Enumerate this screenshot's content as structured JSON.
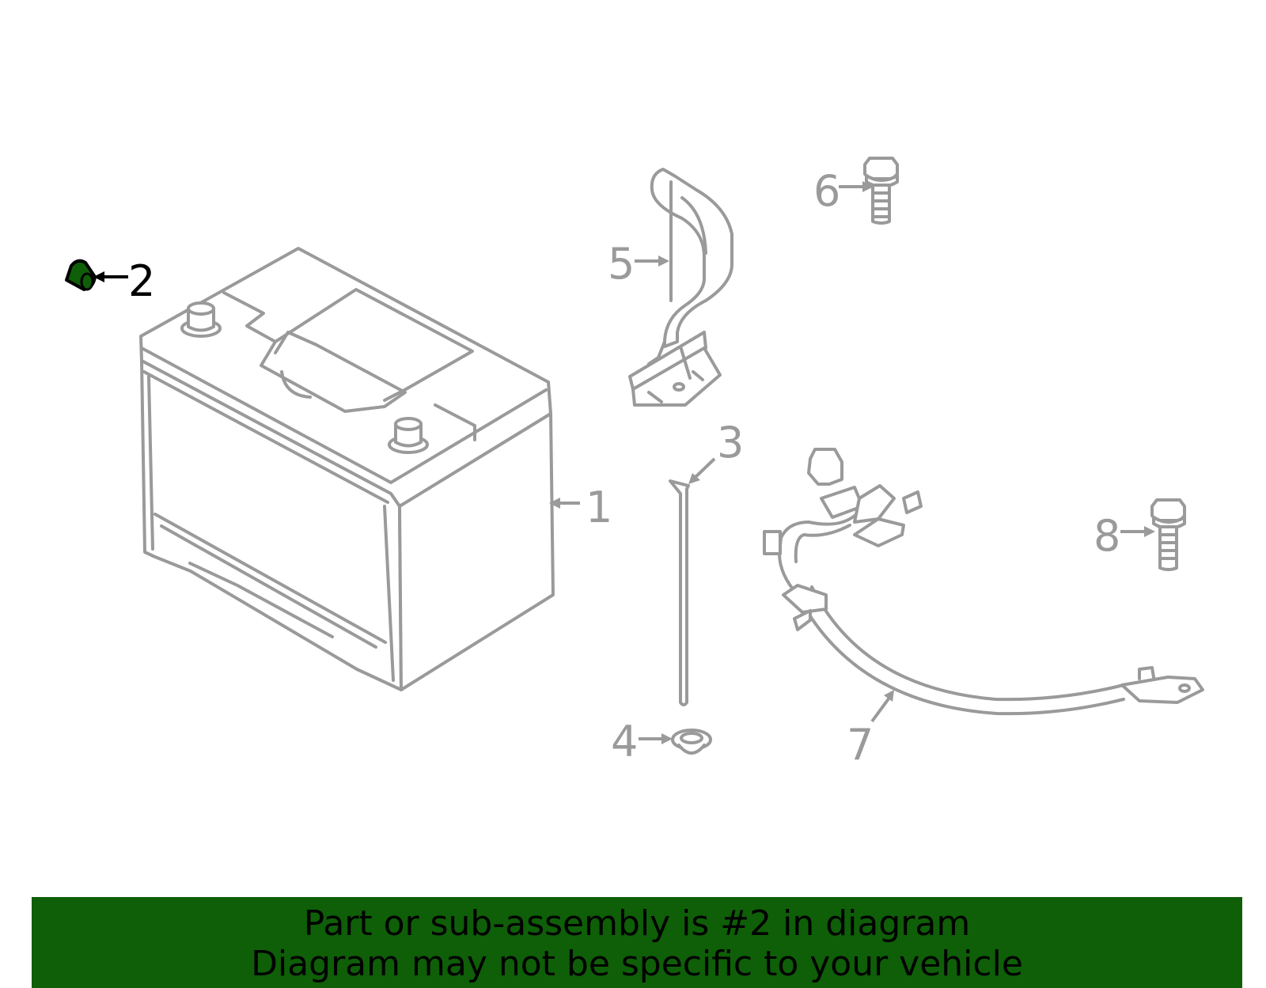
{
  "diagram": {
    "highlight_color": "#0f5e08",
    "line_color": "#9a9a9a",
    "highlighted_part": "2",
    "callouts": [
      {
        "id": "1",
        "label": "1"
      },
      {
        "id": "2",
        "label": "2"
      },
      {
        "id": "3",
        "label": "3"
      },
      {
        "id": "4",
        "label": "4"
      },
      {
        "id": "5",
        "label": "5"
      },
      {
        "id": "6",
        "label": "6"
      },
      {
        "id": "7",
        "label": "7"
      },
      {
        "id": "8",
        "label": "8"
      }
    ]
  },
  "banner": {
    "line1": "Part or sub-assembly is #2 in diagram",
    "line2": "Diagram may not be specific to your vehicle",
    "background": "#0f5e08"
  }
}
